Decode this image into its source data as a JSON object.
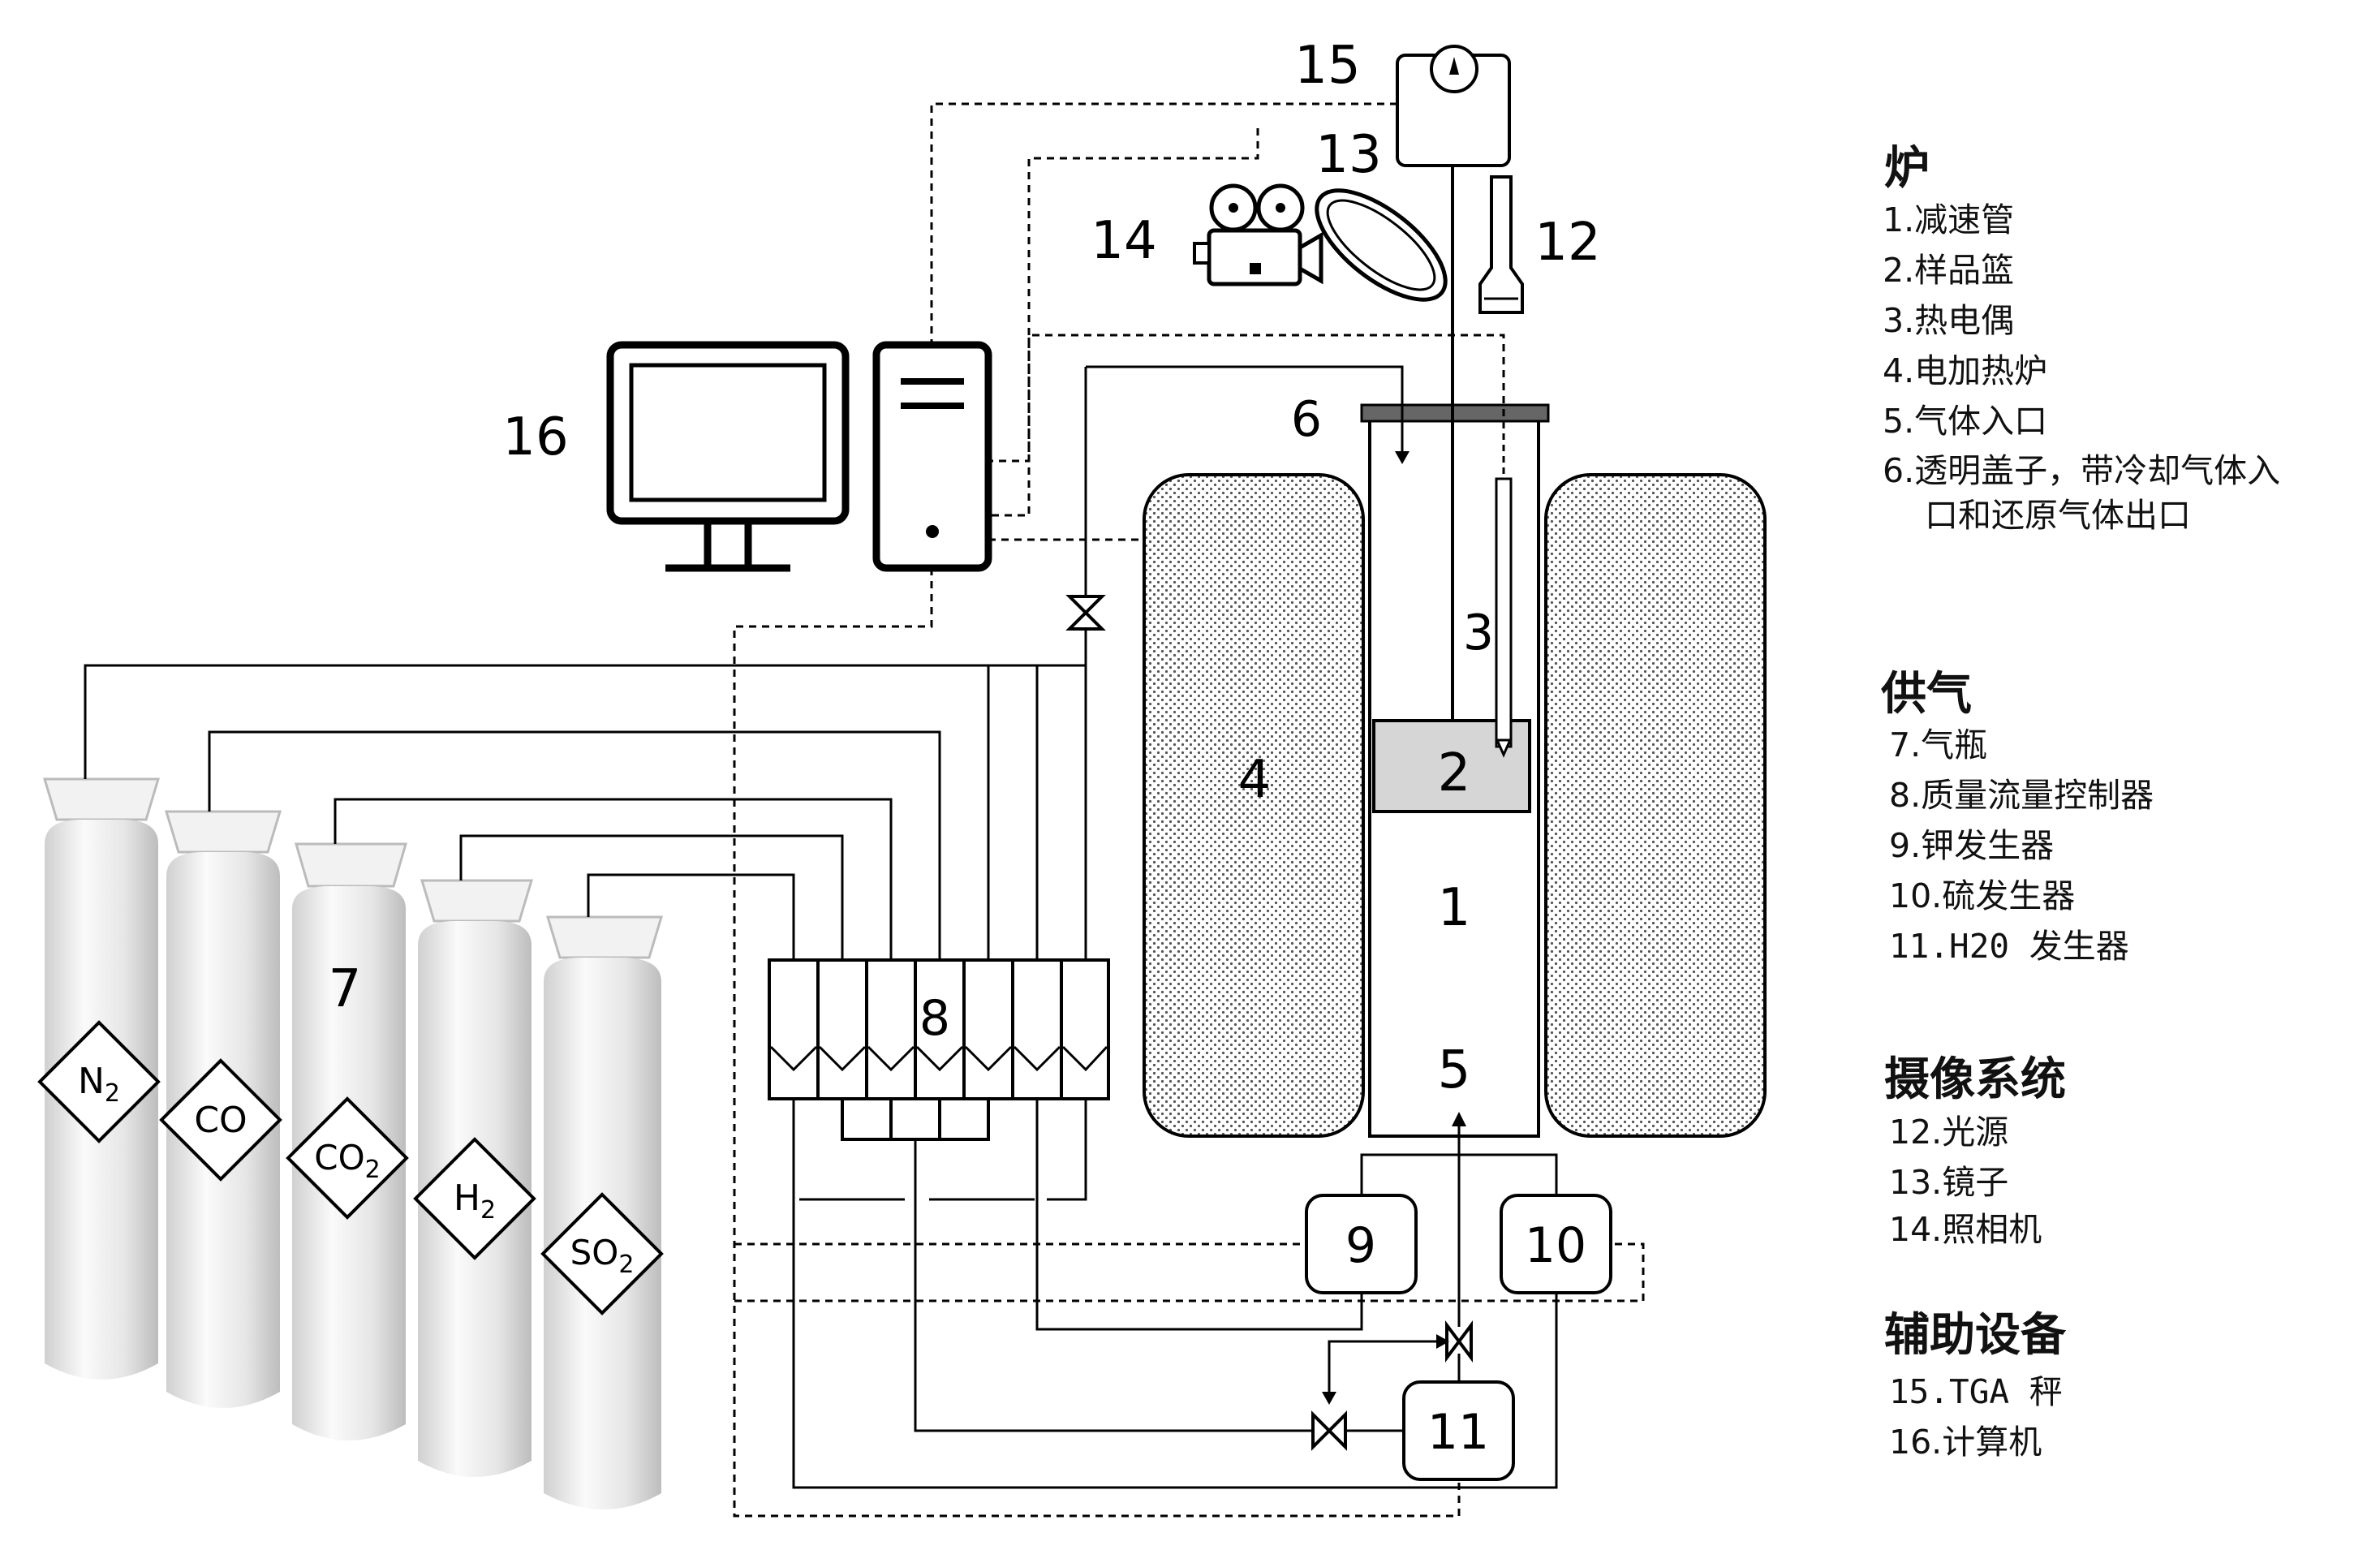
{
  "diagram": {
    "numbers": {
      "n1": "1",
      "n2": "2",
      "n3": "3",
      "n4": "4",
      "n5": "5",
      "n6": "6",
      "n7": "7",
      "n8": "8",
      "n9": "9",
      "n10": "10",
      "n11": "11",
      "n12": "12",
      "n13": "13",
      "n14": "14",
      "n15": "15",
      "n16": "16"
    },
    "gases": [
      {
        "label": "N",
        "sub": "2"
      },
      {
        "label": "CO",
        "sub": ""
      },
      {
        "label": "CO",
        "sub": "2"
      },
      {
        "label": "H",
        "sub": "2"
      },
      {
        "label": "SO",
        "sub": "2"
      }
    ]
  },
  "legend": {
    "furnace": {
      "title": "炉",
      "items": [
        "1.减速管",
        "2.样品篮",
        "3.热电偶",
        "4.电加热炉",
        "5.气体入口",
        "6.透明盖子，带冷却气体入",
        "口和还原气体出口"
      ]
    },
    "gas_supply": {
      "title": "供气",
      "items": [
        "7.气瓶",
        "8.质量流量控制器",
        "9.钾发生器",
        "10.硫发生器",
        "11.H20 发生器"
      ]
    },
    "camera": {
      "title": "摄像系统",
      "items": [
        "12.光源",
        "13.镜子",
        "14.照相机"
      ]
    },
    "aux": {
      "title": "辅助设备",
      "items": [
        "15.TGA 秤",
        "16.计算机"
      ]
    }
  }
}
